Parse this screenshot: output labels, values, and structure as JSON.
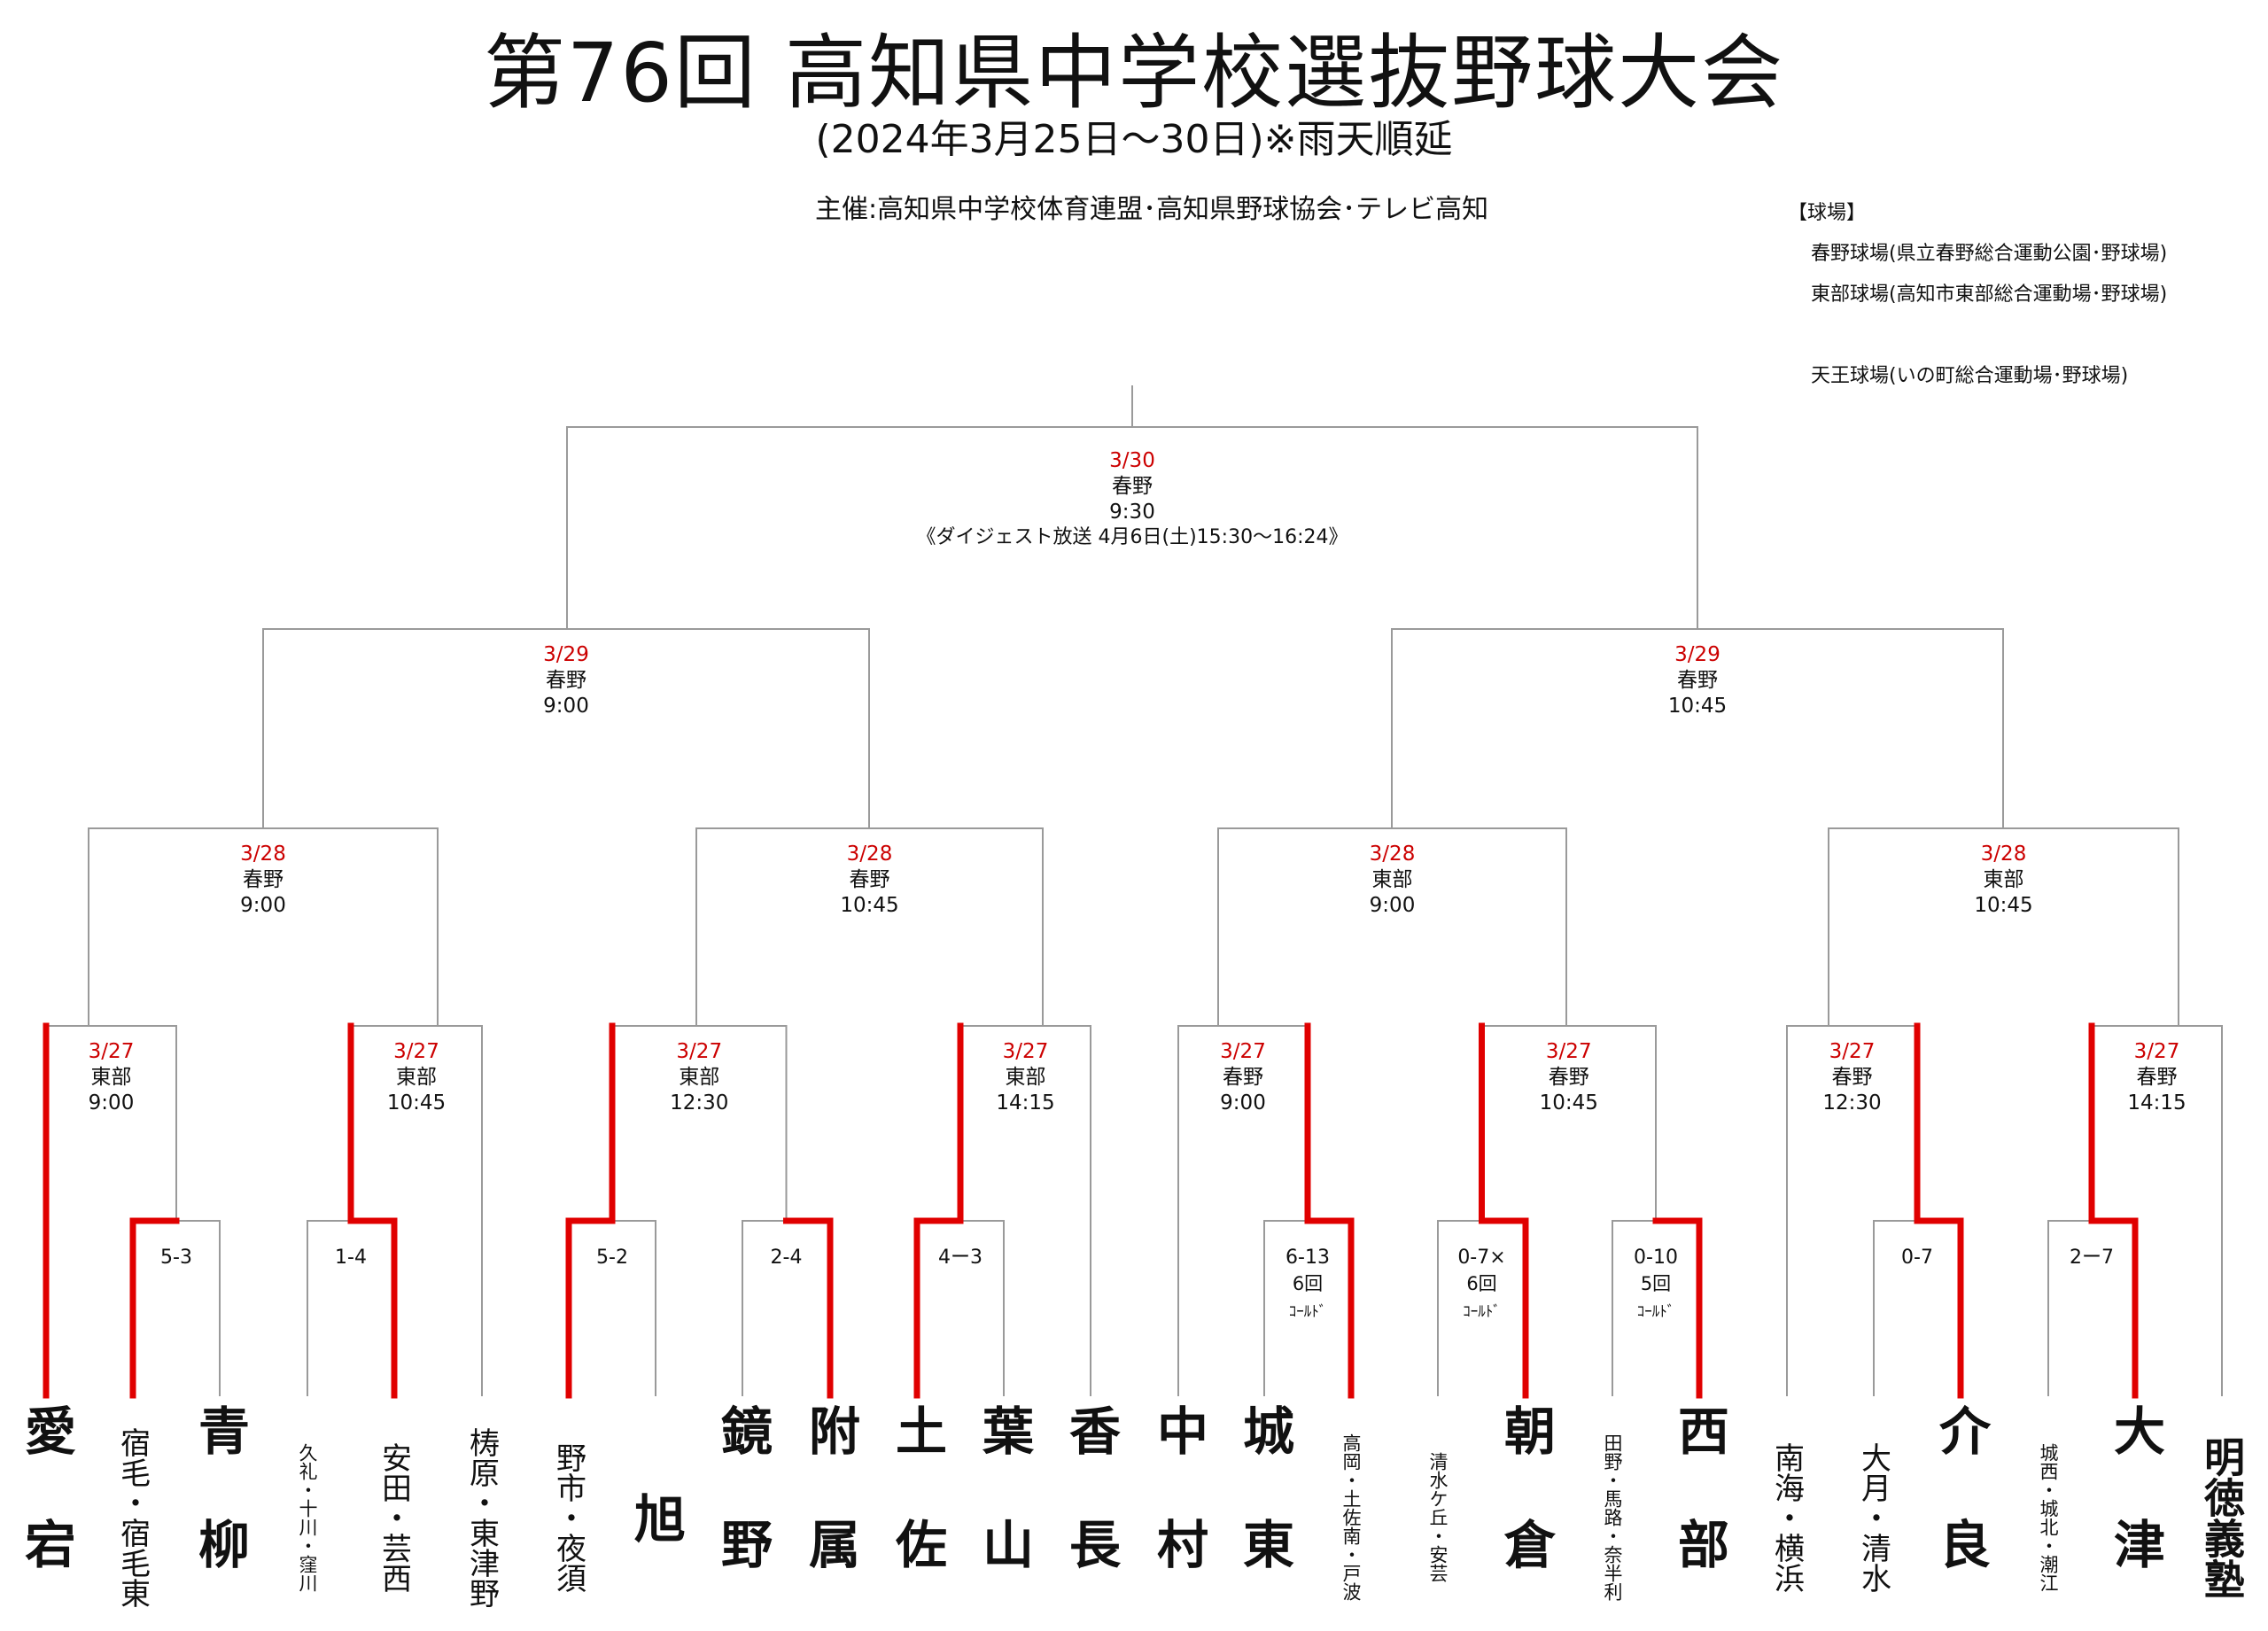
{
  "header": {
    "title": "第76回 高知県中学校選抜野球大会",
    "subtitle": "(2024年3月25日～30日)※雨天順延",
    "organizer": "主催:高知県中学校体育連盟･高知県野球協会･テレビ高知"
  },
  "venues": {
    "heading": "【球場】",
    "items": [
      "春野球場(県立春野総合運動公園･野球場)",
      "東部球場(高知市東部総合運動場･野球場)",
      "",
      "天王球場(いの町総合運動場･野球場)"
    ]
  },
  "colors": {
    "win": "#e00000",
    "line": "#9a9a9a",
    "date": "#cc0000",
    "text": "#111111"
  },
  "teams": [
    "愛宕",
    "宿毛・宿毛東",
    "青柳",
    "久礼・十川・窪川",
    "安田・芸西",
    "梼原・東津野",
    "野市・夜須",
    "旭",
    "鏡野",
    "附属",
    "土佐",
    "葉山",
    "香長",
    "中村",
    "城東",
    "高岡・土佐南・戸波",
    "清水ケ丘・安芸",
    "朝倉",
    "田野・馬路・奈半利",
    "西部",
    "南海・横浜",
    "大月・清水",
    "介良",
    "城西・城北・潮江",
    "大津",
    "明徳義塾"
  ],
  "first_round": [
    {
      "score": [
        "5-3"
      ]
    },
    {
      "score": [
        "1-4"
      ]
    },
    {
      "score": [
        "5-2"
      ]
    },
    {
      "score": [
        "2-4"
      ]
    },
    {
      "score": [
        "4ー3"
      ]
    },
    {
      "score": [
        "6-13",
        "6回",
        "ｺｰﾙﾄﾞ"
      ]
    },
    {
      "score": [
        "0-7×",
        "6回",
        "ｺｰﾙﾄﾞ"
      ]
    },
    {
      "score": [
        "0-10",
        "5回",
        "ｺｰﾙﾄﾞ"
      ]
    },
    {
      "score": [
        "0-7"
      ]
    },
    {
      "score": [
        "2ー7"
      ]
    }
  ],
  "second_round": [
    {
      "date": "3/27",
      "venue": "東部",
      "time": "9:00"
    },
    {
      "date": "3/27",
      "venue": "東部",
      "time": "10:45"
    },
    {
      "date": "3/27",
      "venue": "東部",
      "time": "12:30"
    },
    {
      "date": "3/27",
      "venue": "東部",
      "time": "14:15"
    },
    {
      "date": "3/27",
      "venue": "春野",
      "time": "9:00"
    },
    {
      "date": "3/27",
      "venue": "春野",
      "time": "10:45"
    },
    {
      "date": "3/27",
      "venue": "春野",
      "time": "12:30"
    },
    {
      "date": "3/27",
      "venue": "春野",
      "time": "14:15"
    }
  ],
  "quarterfinals": [
    {
      "date": "3/28",
      "venue": "春野",
      "time": "9:00"
    },
    {
      "date": "3/28",
      "venue": "春野",
      "time": "10:45"
    },
    {
      "date": "3/28",
      "venue": "東部",
      "time": "9:00"
    },
    {
      "date": "3/28",
      "venue": "東部",
      "time": "10:45"
    }
  ],
  "semifinals": [
    {
      "date": "3/29",
      "venue": "春野",
      "time": "9:00"
    },
    {
      "date": "3/29",
      "venue": "春野",
      "time": "10:45"
    }
  ],
  "final": {
    "date": "3/30",
    "venue": "春野",
    "time": "9:30",
    "note": "《ダイジェスト放送 4月6日(土)15:30～16:24》"
  }
}
